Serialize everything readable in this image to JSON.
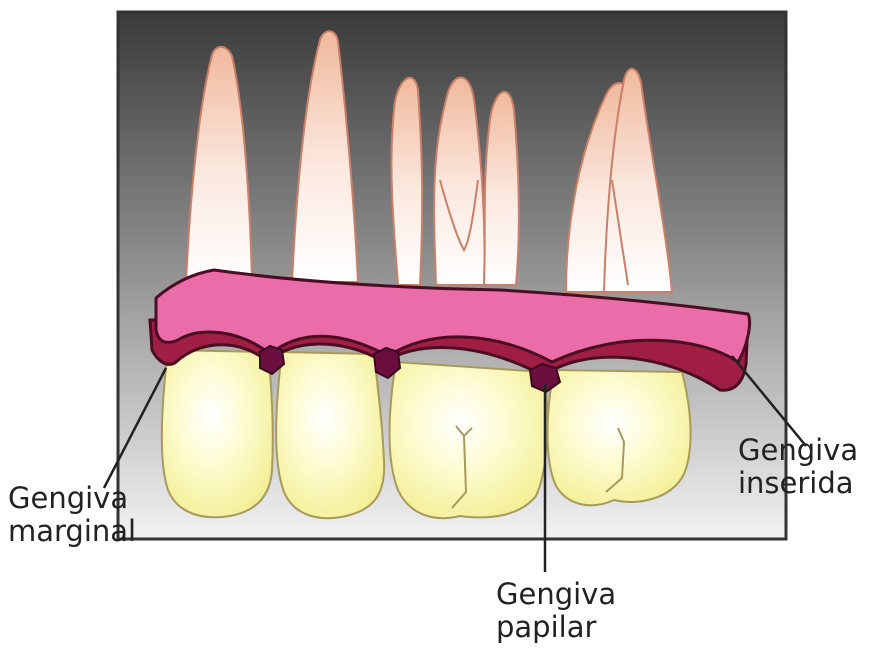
{
  "labels": {
    "marginal": [
      "Gengiva",
      "marginal"
    ],
    "inserida": [
      "Gengiva",
      "inserida"
    ],
    "papilar": [
      "Gengiva",
      "papilar"
    ]
  },
  "colors": {
    "frame_border": "#333333",
    "background_top": "#3a3a3a",
    "background_bottom": "#f2f2f2",
    "root_fill": "#f8e4da",
    "root_edge": "#c97f68",
    "crown_fill": "#fbf9b4",
    "crown_edge": "#a89a5c",
    "attached_gingiva": "#ea6ca8",
    "marginal_gingiva": "#a01d44",
    "papilla": "#6b0f3e",
    "outline": "#4a0d22",
    "leader_line": "#222222"
  }
}
